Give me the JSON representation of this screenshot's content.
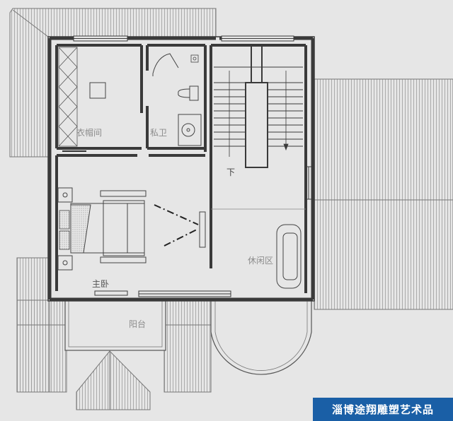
{
  "rooms": {
    "cloakroom": "衣帽间",
    "private_bath": "私卫",
    "stairs_down": "下",
    "leisure_area": "休闲区",
    "master_bedroom": "主卧",
    "balcony": "阳台"
  },
  "watermark": "淄博途翔雕塑艺术品",
  "colors": {
    "background": "#e6e6e6",
    "wall": "#3a3a3a",
    "roof_hatch": "#9a9a9a",
    "label": "#8c8c8c",
    "banner": "#1a5fa6"
  }
}
